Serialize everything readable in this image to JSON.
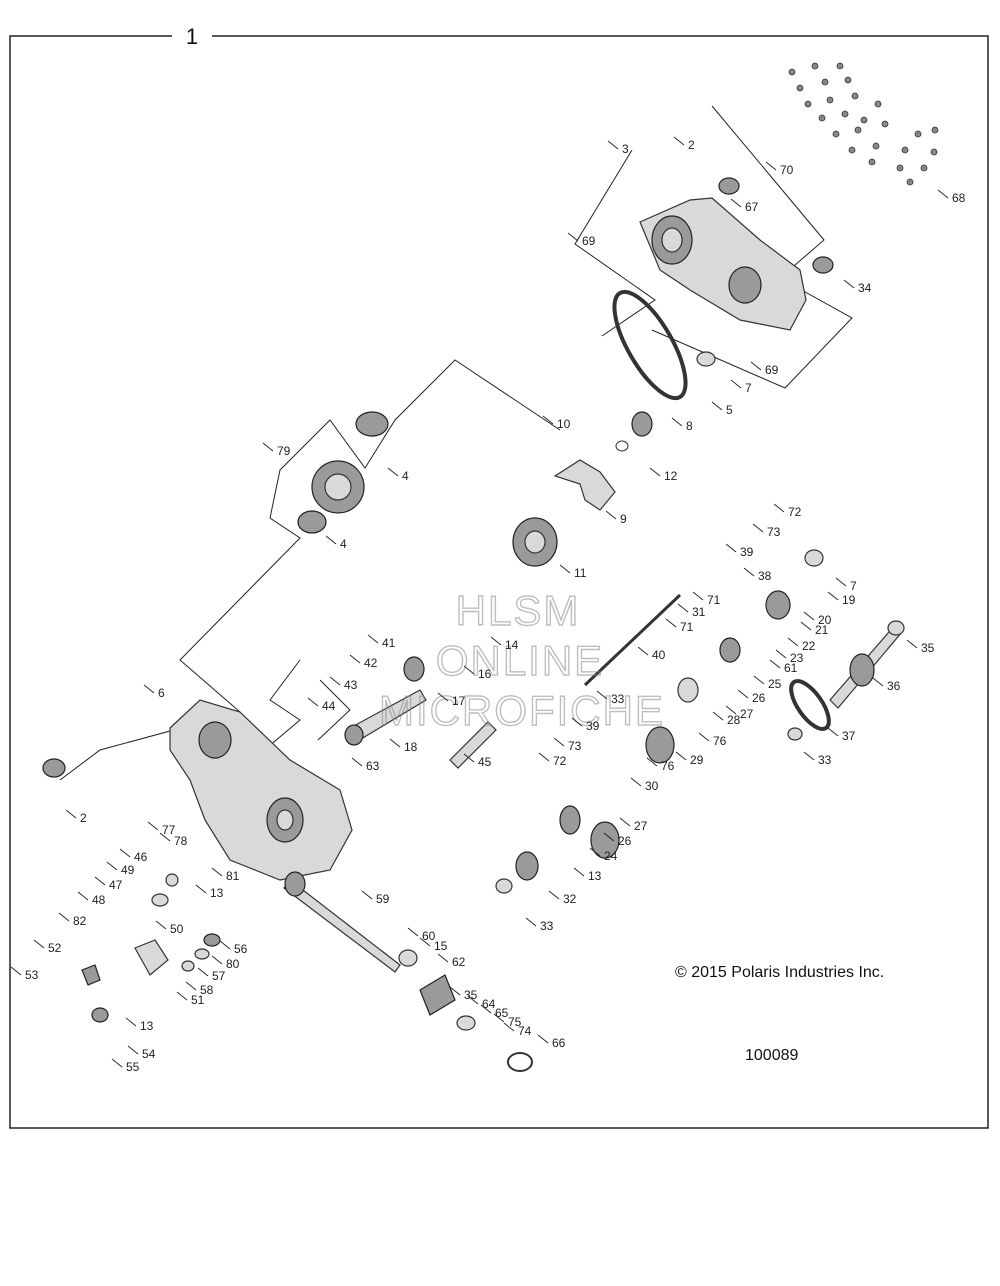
{
  "diagram": {
    "figure_number": "1",
    "copyright": "© 2015 Polaris Industries Inc.",
    "drawing_id": "100089",
    "watermark": [
      "HLSM",
      "ONLINE",
      "MICROFICHE"
    ]
  },
  "callouts": [
    "2",
    "3",
    "70",
    "67",
    "68",
    "69",
    "34",
    "69",
    "7",
    "5",
    "10",
    "8",
    "12",
    "79",
    "4",
    "4",
    "9",
    "72",
    "73",
    "39",
    "11",
    "38",
    "71",
    "31",
    "71",
    "40",
    "7",
    "19",
    "20",
    "21",
    "22",
    "23",
    "61",
    "25",
    "26",
    "27",
    "28",
    "76",
    "29",
    "76",
    "30",
    "27",
    "26",
    "24",
    "13",
    "32",
    "33",
    "35",
    "36",
    "37",
    "33",
    "41",
    "42",
    "43",
    "44",
    "14",
    "16",
    "17",
    "18",
    "45",
    "73",
    "72",
    "33",
    "39",
    "63",
    "6",
    "2",
    "78",
    "77",
    "46",
    "49",
    "47",
    "48",
    "81",
    "13",
    "59",
    "50",
    "56",
    "80",
    "57",
    "58",
    "82",
    "52",
    "53",
    "51",
    "13",
    "54",
    "55",
    "60",
    "15",
    "62",
    "35",
    "64",
    "65",
    "75",
    "74",
    "66"
  ]
}
